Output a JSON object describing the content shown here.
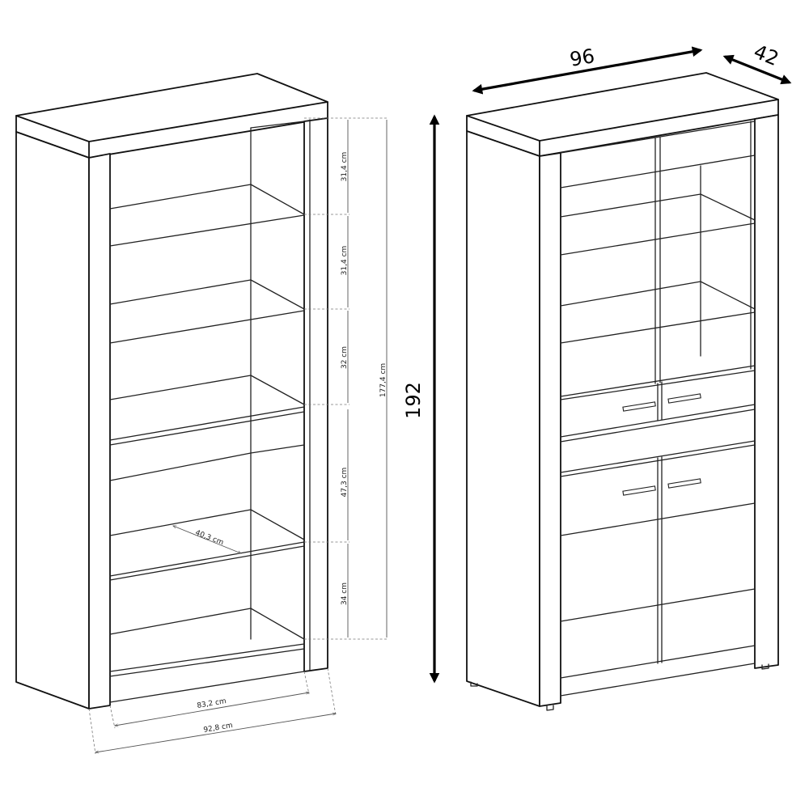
{
  "left_unit_labels": {
    "h1": "31,4 cm",
    "h2": "31,4 cm",
    "h3": "32 cm",
    "h4": "47,3 cm",
    "h5": "34 cm",
    "total_inner": "177,4 cm",
    "depth": "40,3 cm",
    "inner_width": "83,2 cm",
    "outer_width": "92,8 cm"
  },
  "right_unit_labels": {
    "width": "96",
    "depth": "42",
    "height": "192"
  }
}
